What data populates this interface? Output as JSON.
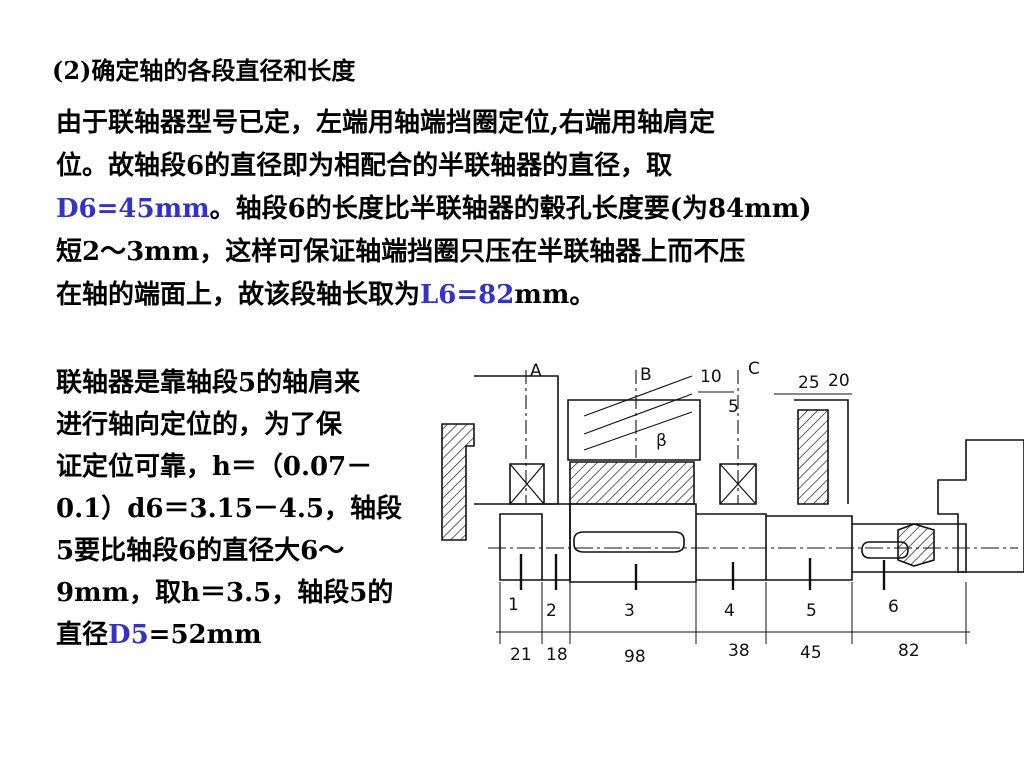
{
  "title": "(2)确定轴的各段直径和长度",
  "paragraph1": {
    "line1": "由于联轴器型号已定，左端用轴端挡圈定位,右端用轴肩定",
    "line2": "位。故轴段6的直径即为相配合的半联轴器的直径，取",
    "line3_blue": "D6=45mm",
    "line3_rest": "。轴段6的长度比半联轴器的毂孔长度要(为84mm)",
    "line4": "短2～3mm，这样可保证轴端挡圈只压在半联轴器上而不压",
    "line5_start": "在轴的端面上，故该段轴长取为",
    "line5_blue": "L6=82",
    "line5_end": "mm。"
  },
  "paragraph2": {
    "line1": "联轴器是靠轴段5的轴肩来",
    "line2": "进行轴向定位的，为了保",
    "line3": "证定位可靠，h＝（0.07－",
    "line4": "0.1）d6＝3.15－4.5，轴段",
    "line5": "5要比轴段6的直径大6～",
    "line6": "9mm，取h＝3.5，轴段5的",
    "line7_start": "直径",
    "line7_blue": "D5",
    "line7_end": "=52mm"
  },
  "figure": {
    "top_labels": {
      "A": "A",
      "B": "B",
      "C": "C",
      "beta": "β"
    },
    "top_dims": {
      "d10": "10",
      "d5": "5",
      "d25": "25",
      "d20": "20"
    },
    "segment_numbers": [
      "1",
      "2",
      "3",
      "4",
      "5",
      "6"
    ],
    "bottom_dims": [
      "21",
      "18",
      "98",
      "38",
      "45",
      "82"
    ]
  },
  "colors": {
    "text": "#000000",
    "highlight": "#3333cc"
  }
}
